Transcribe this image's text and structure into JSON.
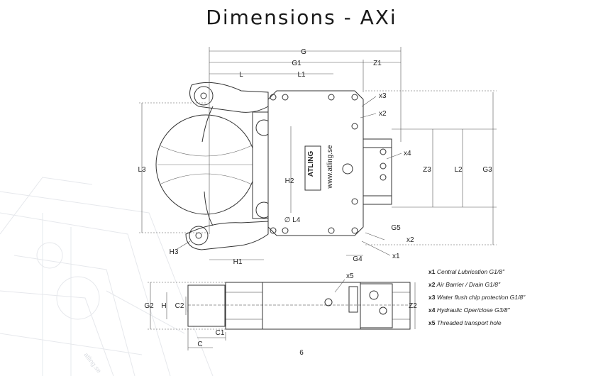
{
  "page": {
    "title": "Dimensions - AXi",
    "page_number": "6"
  },
  "top_view": {
    "horizontal_dims": [
      "G",
      "G1",
      "Z1",
      "L",
      "L1",
      "H1",
      "G4",
      "G5"
    ],
    "vertical_dims": [
      "L3",
      "L2",
      "G3",
      "Z3",
      "H2"
    ],
    "other_labels": {
      "l4": "∅ L4",
      "h3": "H3"
    },
    "callouts": [
      "x3",
      "x2",
      "x4",
      "x2",
      "x1"
    ],
    "brand_text": "ATLING",
    "website_text": "www.atling.se"
  },
  "side_view": {
    "vertical_dims": [
      "G2",
      "H",
      "C2",
      "Z2"
    ],
    "horizontal_dims": [
      "C1",
      "C"
    ],
    "callout": "x5"
  },
  "legend": [
    {
      "code": "x1",
      "text": "Central Lubrication G1/8\""
    },
    {
      "code": "x2",
      "text": "Air Barrier / Drain G1/8\""
    },
    {
      "code": "x3",
      "text": "Water flush chip protection G1/8\""
    },
    {
      "code": "x4",
      "text": "Hydraulic Oper/close G3/8\""
    },
    {
      "code": "x5",
      "text": "Threaded transport hole"
    }
  ],
  "watermark_text": "atling.se"
}
